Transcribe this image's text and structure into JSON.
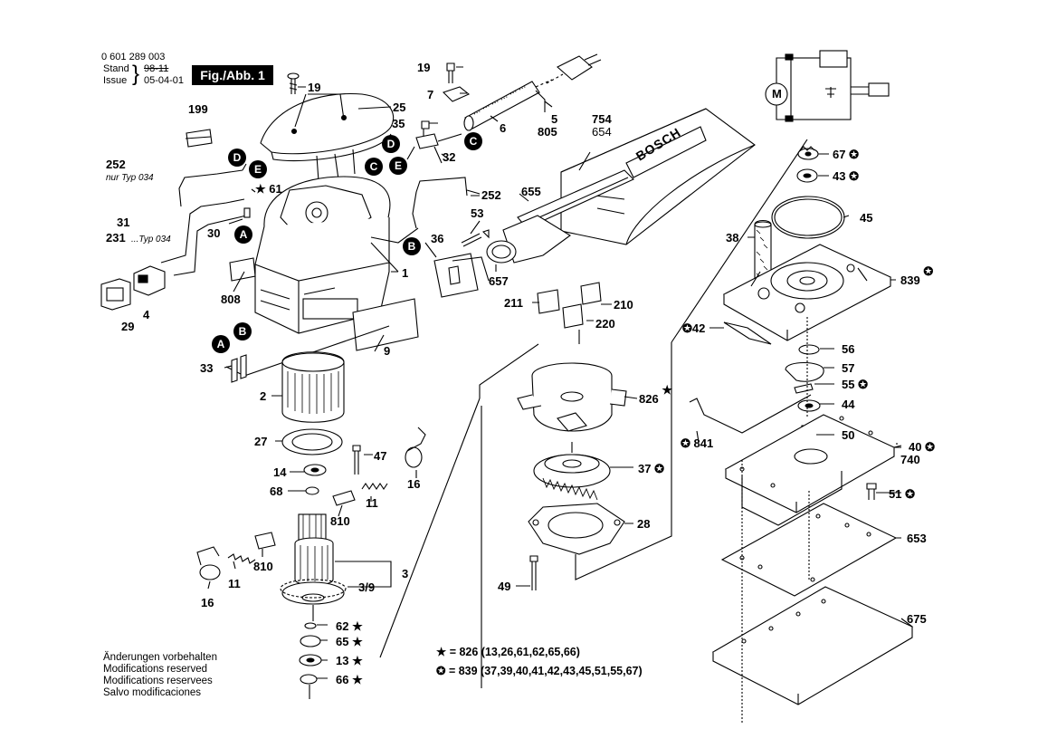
{
  "header": {
    "part_number": "0 601 289 003",
    "stand_label": "Stand",
    "stand_struck": "98-11",
    "issue_label": "Issue",
    "issue_date": "05-04-01",
    "figure_label": "Fig./Abb. 1"
  },
  "notes": {
    "de": "Änderungen vorbehalten",
    "en": "Modifications reserved",
    "fr": "Modifications reservees",
    "es": "Salvo modificaciones"
  },
  "legend": {
    "star": "= 826 (13,26,61,62,65,66)",
    "circle_star": "= 839 (37,39,40,41,42,43,45,51,55,67)"
  },
  "brand_text": "BOSCH",
  "motor_symbol": "M",
  "callouts": {
    "c19a": "19",
    "c25": "25",
    "c199": "199",
    "c252a": "252",
    "c252a_note": "nur Typ 034",
    "c61": "61",
    "c31": "31",
    "c231": "231",
    "c231_note": "...Typ 034",
    "c30": "30",
    "c1": "1",
    "c808": "808",
    "c29": "29",
    "c4": "4",
    "c9": "9",
    "c33": "33",
    "c2": "2",
    "c27": "27",
    "c47": "47",
    "c14": "14",
    "c16a": "16",
    "c68": "68",
    "c11a": "11",
    "c810a": "810",
    "c3": "3",
    "c39": "3/9",
    "c810b": "810",
    "c11b": "11",
    "c16b": "16",
    "c62": "62",
    "c65": "65",
    "c13": "13",
    "c66": "66",
    "c19b": "19",
    "c7": "7",
    "c35": "35",
    "c6": "6",
    "c5": "5",
    "c805": "805",
    "c754": "754",
    "c654": "654",
    "c32": "32",
    "c252b": "252",
    "c655": "655",
    "c53": "53",
    "c36": "36",
    "c657": "657",
    "c211": "211",
    "c210": "210",
    "c220": "220",
    "c826": "826",
    "c37": "37",
    "c28": "28",
    "c49": "49",
    "c67": "67",
    "c43": "43",
    "c45": "45",
    "c38": "38",
    "c839": "839",
    "c42": "42",
    "c56": "56",
    "c57": "57",
    "c55": "55",
    "c44": "44",
    "c50": "50",
    "c841": "841",
    "c40": "40",
    "c740": "740",
    "c51": "51",
    "c653": "653",
    "c675": "675"
  },
  "badges": {
    "d1": "D",
    "e1": "E",
    "a1": "A",
    "b1": "B",
    "a2": "A",
    "b2": "B",
    "c1": "C",
    "d2": "D",
    "c2": "C",
    "e2": "E",
    "b3": "B"
  }
}
